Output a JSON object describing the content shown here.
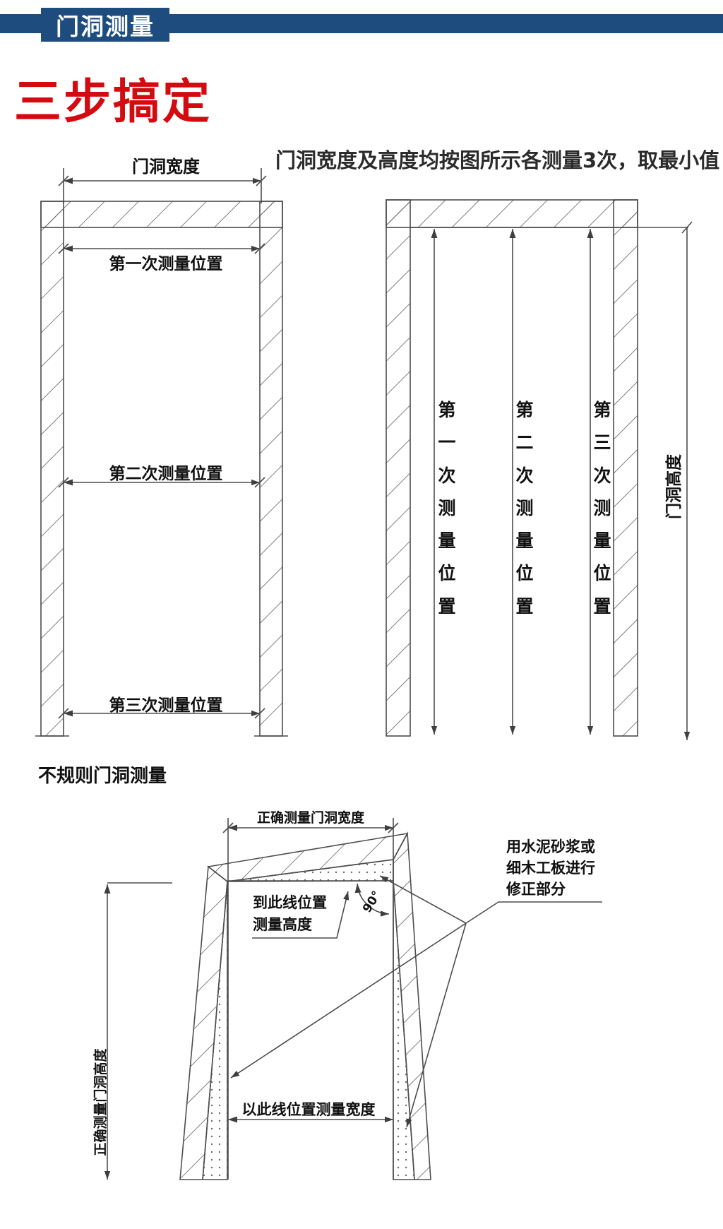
{
  "header": {
    "tab_label": "门洞测量"
  },
  "title": "三步搞定",
  "instruction": "门洞宽度及高度均按图所示各测量3次，取最小值",
  "left_diagram": {
    "width_label": "门洞宽度",
    "measure_labels": [
      "第一次测量位置",
      "第二次测量位置",
      "第三次测量位置"
    ]
  },
  "right_diagram": {
    "measure_labels": [
      "第一次测量位置",
      "第二次测量位置",
      "第三次测量位置"
    ],
    "height_label": "门洞高度"
  },
  "irregular_section": {
    "heading": "不规则门洞测量",
    "width_top_label": "正确测量门洞宽度",
    "height_note_line1": "到此线位置",
    "height_note_line2": "测量高度",
    "angle_label": "90°",
    "fix_note_line1": "用水泥砂浆或",
    "fix_note_line2": "细木工板进行",
    "fix_note_line3": "修正部分",
    "width_bottom_label": "以此线位置测量宽度",
    "height_left_label": "正确测量门洞高度"
  },
  "colors": {
    "navy": "#1e4c7e",
    "red": "#d30b10",
    "line": "#4d4d4d"
  }
}
